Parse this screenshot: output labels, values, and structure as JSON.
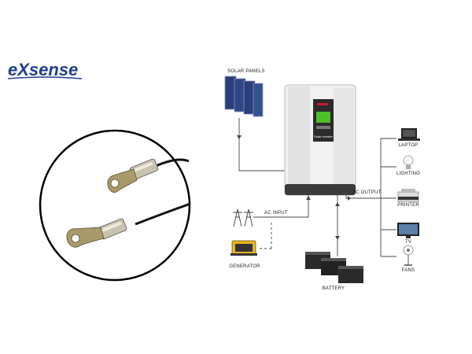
{
  "brand": {
    "name": "eXsense",
    "color": "#1f3f8f"
  },
  "diagram": {
    "labels": {
      "solar_panels": "SOLAR PANELS",
      "ac_input": "AC INPUT",
      "ac_output": "AC OUTPUT",
      "generator": "GENERATOR",
      "battery": "BATTERY",
      "inverter_text": "Solar Inverter"
    },
    "loads": [
      "LAPTOP",
      "LIGHTING",
      "PRINTER",
      "TV",
      "FANS"
    ]
  }
}
